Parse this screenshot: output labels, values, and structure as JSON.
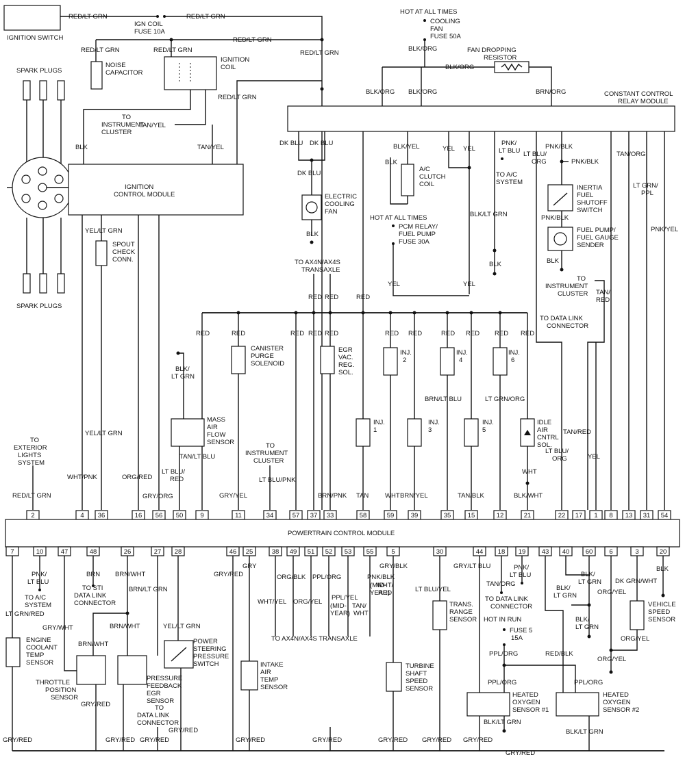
{
  "top": {
    "ignition_switch": "IGNITION SWITCH",
    "ign_coil_fuse_1": "IGN COIL",
    "ign_coil_fuse_2": "FUSE 10A",
    "hot_all_times": "HOT AT ALL TIMES",
    "cooling_fan_fuse_1": "COOLING",
    "cooling_fan_fuse_2": "FAN",
    "cooling_fan_fuse_3": "FUSE 50A",
    "fan_resistor_1": "FAN DROPPING",
    "fan_resistor_2": "RESISTOR",
    "noise_cap_1": "NOISE",
    "noise_cap_2": "CAPACITOR",
    "ign_coil_1": "IGNITION",
    "ign_coil_2": "COIL",
    "spark_plugs": "SPARK PLUGS",
    "to_inst_1": "TO",
    "to_inst_2": "INSTRUMENT",
    "to_inst_3": "CLUSTER",
    "icm_1": "IGNITION",
    "icm_2": "CONTROL MODULE",
    "ccrm_1": "CONSTANT CONTROL",
    "ccrm_2": "RELAY MODULE",
    "spout_1": "SPOUT",
    "spout_2": "CHECK",
    "spout_3": "CONN.",
    "elec_fan_1": "ELECTRIC",
    "elec_fan_2": "COOLING",
    "elec_fan_3": "FAN",
    "ac_clutch_1": "A/C",
    "ac_clutch_2": "CLUTCH",
    "ac_clutch_3": "COIL",
    "to_ac_1": "TO A/C",
    "to_ac_2": "SYSTEM",
    "hot_all_times_2": "HOT AT ALL TIMES",
    "pcm_relay_1": "PCM RELAY/",
    "pcm_relay_2": "FUEL PUMP",
    "pcm_relay_3": "FUSE 30A",
    "inertia_1": "INERTIA",
    "inertia_2": "FUEL",
    "inertia_3": "SHUTOFF",
    "inertia_4": "SWITCH",
    "fuelpump_1": "FUEL PUMP/",
    "fuelpump_2": "FUEL GAUGE",
    "fuelpump_3": "SENDER",
    "to_ax4n_1": "TO AX4N/AX4S",
    "to_ax4n_2": "TRANSAXLE",
    "to_inst2_1": "TO",
    "to_inst2_2": "INSTRUMENT",
    "to_inst2_3": "CLUSTER",
    "to_dlc_1": "TO DATA LINK",
    "to_dlc_2": "CONNECTOR"
  },
  "wires": {
    "red_lt_grn": "RED/LT GRN",
    "blk_org": "BLK/ORG",
    "brn_org": "BRN/ORG",
    "tan_yel": "TAN/YEL",
    "blk": "BLK",
    "dk_blu": "DK BLU",
    "blk_yel": "BLK/YEL",
    "yel": "YEL",
    "pnk_lt_blu_1": "PNK/",
    "pnk_lt_blu_2": "LT BLU",
    "lt_blu_org_1": "LT BLU/",
    "lt_blu_org_2": "ORG",
    "pnk_blk": "PNK/BLK",
    "tan_org": "TAN/ORG",
    "lt_grn_ppl_1": "LT GRN/",
    "lt_grn_ppl_2": "PPL",
    "pnk_yel": "PNK/YEL",
    "blk_lt_grn": "BLK/LT GRN",
    "tan_red_1": "TAN/",
    "tan_red_2": "RED",
    "yel_lt_grn": "YEL/LT GRN",
    "red": "RED",
    "blk_lt_grn_1": "BLK/",
    "blk_lt_grn_2": "LT GRN",
    "brn_lt_blu": "BRN/LT BLU",
    "lt_grn_org": "LT GRN/ORG",
    "tan_lt_blu": "TAN/LT BLU",
    "wht_pnk": "WHT/PNK",
    "org_red": "ORG/RED",
    "gry_org": "GRY/ORG",
    "lt_blu_red_1": "LT BLU/",
    "lt_blu_red_2": "RED",
    "gry_yel": "GRY/YEL",
    "lt_blu_pnk": "LT BLU/PNK",
    "brn_pnk": "BRN/PNK",
    "tan": "TAN",
    "wht": "WHT",
    "brn_yel": "BRN/YEL",
    "tan_blk": "TAN/BLK",
    "blk_wht": "BLK/WHT",
    "tan_red": "TAN/RED"
  },
  "mid": {
    "canister_1": "CANISTER",
    "canister_2": "PURGE",
    "canister_3": "SOLENOID",
    "egr_1": "EGR",
    "egr_2": "VAC.",
    "egr_3": "REG.",
    "egr_4": "SOL.",
    "inj2_1": "INJ.",
    "inj2_2": "2",
    "inj4_1": "INJ.",
    "inj4_2": "4",
    "inj6_1": "INJ.",
    "inj6_2": "6",
    "inj1_1": "INJ.",
    "inj1_2": "1",
    "inj3_1": "INJ.",
    "inj3_2": "3",
    "inj5_1": "INJ.",
    "inj5_2": "5",
    "iac_1": "IDLE",
    "iac_2": "AIR",
    "iac_3": "CNTRL",
    "iac_4": "SOL.",
    "maf_1": "MASS",
    "maf_2": "AIR",
    "maf_3": "FLOW",
    "maf_4": "SENSOR",
    "to_ext_1": "TO",
    "to_ext_2": "EXTERIOR",
    "to_ext_3": "LIGHTS",
    "to_ext_4": "SYSTEM",
    "to_inst3_1": "TO",
    "to_inst3_2": "INSTRUMENT",
    "to_inst3_3": "CLUSTER"
  },
  "pcm": {
    "label": "POWERTRAIN CONTROL MODULE",
    "top_pins": [
      "2",
      "4",
      "36",
      "16",
      "56",
      "50",
      "9",
      "11",
      "34",
      "57",
      "37",
      "33",
      "58",
      "59",
      "39",
      "35",
      "15",
      "12",
      "21",
      "22",
      "17",
      "1",
      "8",
      "13",
      "31",
      "54"
    ],
    "bottom_pins": [
      "7",
      "10",
      "47",
      "48",
      "26",
      "27",
      "28",
      "46",
      "25",
      "38",
      "49",
      "51",
      "52",
      "53",
      "55",
      "5",
      "30",
      "44",
      "18",
      "19",
      "43",
      "40",
      "60",
      "6",
      "3",
      "20"
    ]
  },
  "bottom": {
    "lt_grn_red": "LT GRN/RED",
    "pnk_lt_blu_1": "PNK/",
    "pnk_lt_blu_2": "LT BLU",
    "to_ac_1": "TO A/C",
    "to_ac_2": "SYSTEM",
    "brn": "BRN",
    "to_sti_1": "TO STI",
    "to_sti_2": "DATA LINK",
    "to_sti_3": "CONNECTOR",
    "brn_wht": "BRN/WHT",
    "brn_lt_grn": "BRN/LT GRN",
    "gry_wht": "GRY/WHT",
    "yel_lt_grn": "YEL/LT GRN",
    "gry_red": "GRY/RED",
    "gry": "GRY",
    "org_blk": "ORG/BLK",
    "ppl_org": "PPL/ORG",
    "pnk_blk": "PNK/BLK",
    "mid_year": "(MID-",
    "year": "YEAR)",
    "wht_yel": "WHT/YEL",
    "org_yel": "ORG/YEL",
    "ppl_yel": "PPL/YEL",
    "tan_wht_1": "TAN/",
    "tan_wht_2": "WHT",
    "wht_red_1": "WHT/",
    "wht_red_2": "RED",
    "gry_blk": "GRY/BLK",
    "to_ax4n": "TO AX4N/AX4S TRANSAXLE",
    "lt_blu_yel": "LT BLU/YEL",
    "gry_lt_blu": "GRY/LT BLU",
    "tan_org": "TAN/ORG",
    "to_dlc_1": "TO DATA LINK",
    "to_dlc_2": "CONNECTOR",
    "hot_in_run": "HOT IN RUN",
    "fuse5_1": "FUSE 5",
    "fuse5_2": "15A",
    "red_blk": "RED/BLK",
    "blk_lt_grn_1": "BLK/",
    "blk_lt_grn_2": "LT GRN",
    "dk_grn_wht": "DK GRN/WHT",
    "blk": "BLK",
    "ect_1": "ENGINE",
    "ect_2": "COOLANT",
    "ect_3": "TEMP",
    "ect_4": "SENSOR",
    "tps_1": "THROTTLE",
    "tps_2": "POSITION",
    "tps_3": "SENSOR",
    "pfe_1": "PRESSURE",
    "pfe_2": "FEEDBACK",
    "pfe_3": "EGR",
    "pfe_4": "SENSOR",
    "to_dlc2_1": "TO",
    "to_dlc2_2": "DATA LINK",
    "to_dlc2_3": "CONNECTOR",
    "psps_1": "POWER",
    "psps_2": "STEERING",
    "psps_3": "PRESSURE",
    "psps_4": "SWITCH",
    "iat_1": "INTAKE",
    "iat_2": "AIR",
    "iat_3": "TEMP",
    "iat_4": "SENSOR",
    "trs_1": "TRANS.",
    "trs_2": "RANGE",
    "trs_3": "SENSOR",
    "tss_1": "TURBINE",
    "tss_2": "SHAFT",
    "tss_3": "SPEED",
    "tss_4": "SENSOR",
    "ho2s1_1": "HEATED",
    "ho2s1_2": "OXYGEN",
    "ho2s1_3": "SENSOR #1",
    "ho2s2_1": "HEATED",
    "ho2s2_2": "OXYGEN",
    "ho2s2_3": "SENSOR #2",
    "vss_1": "VEHICLE",
    "vss_2": "SPEED",
    "vss_3": "SENSOR",
    "blk_lt_grn": "BLK/LT GRN"
  }
}
